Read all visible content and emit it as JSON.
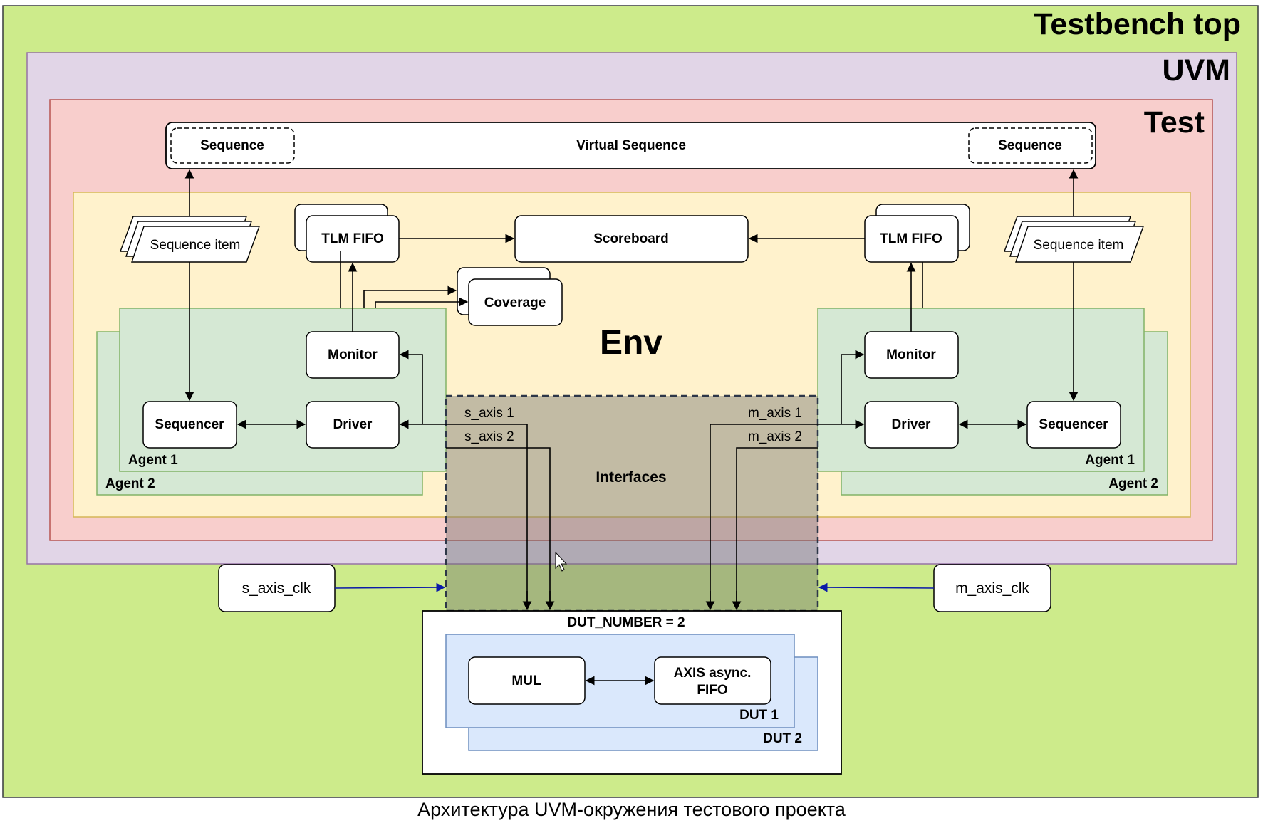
{
  "containers": {
    "testbench_top": "Testbench top",
    "uvm": "UVM",
    "test": "Test",
    "env": "Env"
  },
  "virtual_sequence": {
    "label": "Virtual Sequence",
    "left_sequence": "Sequence",
    "right_sequence": "Sequence"
  },
  "blocks": {
    "tlm_fifo_left": "TLM FIFO",
    "tlm_fifo_right": "TLM FIFO",
    "scoreboard": "Scoreboard",
    "coverage": "Coverage",
    "sequence_item_left": "Sequence item",
    "sequence_item_right": "Sequence item"
  },
  "left_agents": {
    "monitor": "Monitor",
    "driver": "Driver",
    "sequencer": "Sequencer",
    "agent1": "Agent 1",
    "agent2": "Agent 2"
  },
  "right_agents": {
    "monitor": "Monitor",
    "driver": "Driver",
    "sequencer": "Sequencer",
    "agent1": "Agent 1",
    "agent2": "Agent 2"
  },
  "interfaces": {
    "label": "Interfaces",
    "s_axis_1": "s_axis 1",
    "s_axis_2": "s_axis 2",
    "m_axis_1": "m_axis 1",
    "m_axis_2": "m_axis 2"
  },
  "clocks": {
    "s_axis_clk": "s_axis_clk",
    "m_axis_clk": "m_axis_clk"
  },
  "dut": {
    "number_label": "DUT_NUMBER = 2",
    "mul": "MUL",
    "fifo_line1": "AXIS async.",
    "fifo_line2": "FIFO",
    "dut1": "DUT 1",
    "dut2": "DUT 2"
  },
  "caption": "Архитектура UVM-окружения тестового проекта",
  "colors": {
    "testbench_fill": "#cdeb8b",
    "uvm_fill": "#e1d5e7",
    "test_fill": "#f8cecc",
    "env_fill": "#fff2cc",
    "agent_fill": "#d5e8d4",
    "interfaces_fill": "#6d6f6e",
    "dut_fill": "#dae8fc",
    "clock_arrow": "#0a1aa8"
  }
}
